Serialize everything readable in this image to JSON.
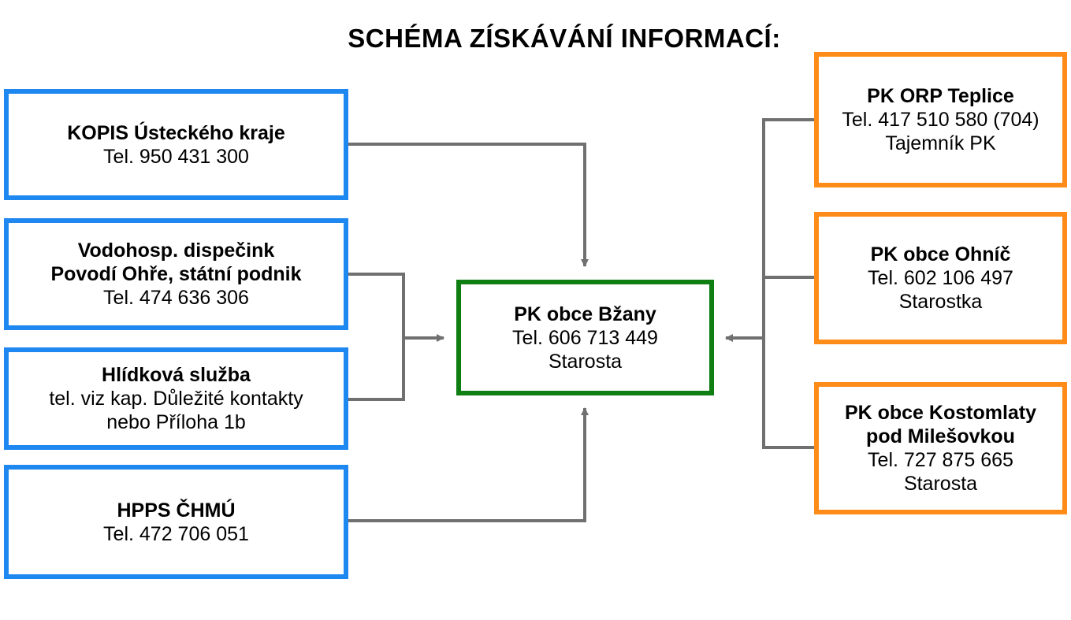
{
  "title": "SCHÉMA ZÍSKÁVÁNÍ INFORMACÍ:",
  "colors": {
    "source_border": "#1e88f0",
    "neighbor_border": "#ff8c19",
    "center_border": "#0f7f14",
    "connector": "#707070"
  },
  "left_boxes": [
    {
      "bold_lines": [
        "KOPIS Ústeckého kraje"
      ],
      "lines": [
        "Tel. 950 431 300"
      ]
    },
    {
      "bold_lines": [
        "Vodohosp. dispečink",
        "Povodí Ohře, státní podnik"
      ],
      "lines": [
        "Tel. 474 636 306"
      ]
    },
    {
      "bold_lines": [
        "Hlídková služba"
      ],
      "lines": [
        "tel. viz kap. Důležité kontakty",
        "nebo Příloha 1b"
      ]
    },
    {
      "bold_lines": [
        "HPPS ČHMÚ"
      ],
      "lines": [
        "Tel. 472 706 051"
      ]
    }
  ],
  "center_box": {
    "bold_lines": [
      "PK obce Bžany"
    ],
    "lines": [
      "Tel. 606 713 449",
      "Starosta"
    ]
  },
  "right_boxes": [
    {
      "bold_lines": [
        "PK ORP Teplice"
      ],
      "lines": [
        "Tel. 417 510 580 (704)",
        "Tajemník PK"
      ]
    },
    {
      "bold_lines": [
        "PK obce Ohníč"
      ],
      "lines": [
        "Tel. 602 106 497",
        "Starostka"
      ]
    },
    {
      "bold_lines": [
        "PK obce Kostomlaty",
        "pod Milešovkou"
      ],
      "lines": [
        "Tel. 727 875 665",
        "Starosta"
      ]
    }
  ]
}
